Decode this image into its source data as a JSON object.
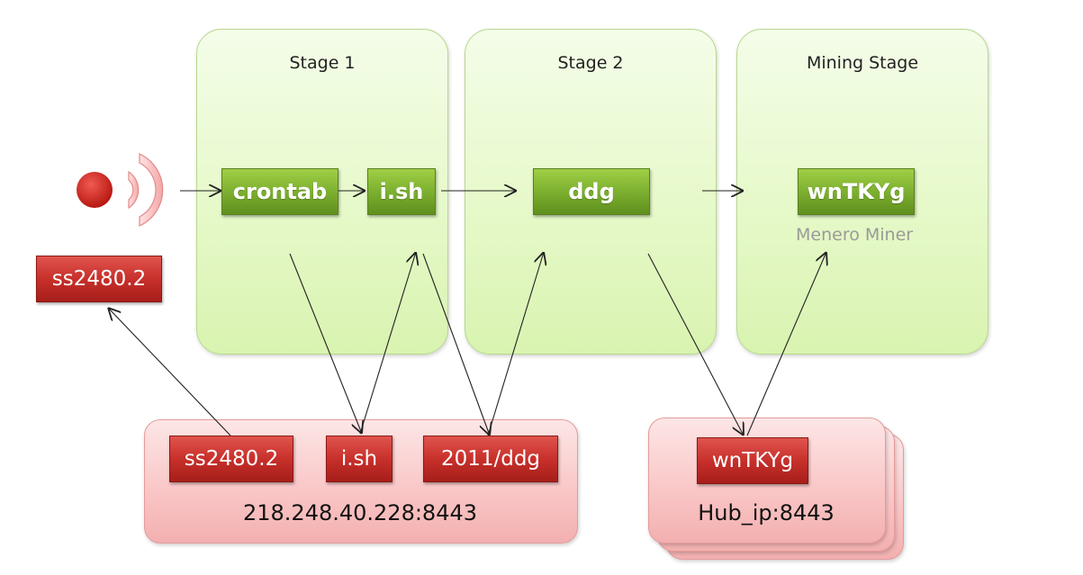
{
  "stages": {
    "stage1": {
      "title": "Stage 1"
    },
    "stage2": {
      "title": "Stage 2"
    },
    "mining": {
      "title": "Mining Stage",
      "caption": "Menero Miner"
    }
  },
  "nodes": {
    "crontab": "crontab",
    "ish": "i.sh",
    "ddg": "ddg",
    "wntkyg": "wnTKYg"
  },
  "attacker": {
    "label": "ss2480.2"
  },
  "c2_server": {
    "address": "218.248.40.228:8443",
    "files": [
      "ss2480.2",
      "i.sh",
      "2011/ddg"
    ]
  },
  "hub_server": {
    "address": "Hub_ip:8443",
    "file": "wnTKYg"
  },
  "colors": {
    "stage_green": "#e6f9c9",
    "node_green": "#7db030",
    "node_red": "#c8302b",
    "server_pink": "#f9c5c5"
  }
}
